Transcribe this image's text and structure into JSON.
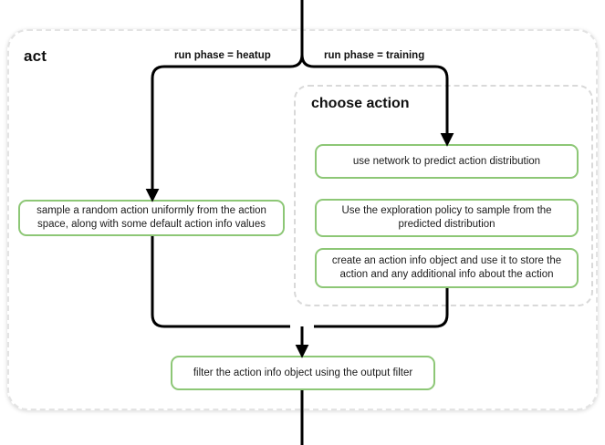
{
  "diagram": {
    "type": "flowchart",
    "title": "act",
    "subgraph_title": "choose\naction",
    "colors": {
      "node_border": "#8dc776",
      "node_fill": "#ffffff",
      "container_border": "#e3e3e3",
      "edge": "#000000",
      "text": "#1b1b1b"
    },
    "nodes": {
      "sample": "sample a random action uniformly from the action space, along with some default action info values",
      "predict": "use network to predict action distribution",
      "explore": "Use the exploration policy to sample from the predicted distribution",
      "create": "create an action info object and use it to store the action and any additional info about the action",
      "filter": "filter the action info object using the output filter"
    },
    "edge_labels": {
      "heatup": "run phase = heatup",
      "training": "run phase = training"
    }
  }
}
